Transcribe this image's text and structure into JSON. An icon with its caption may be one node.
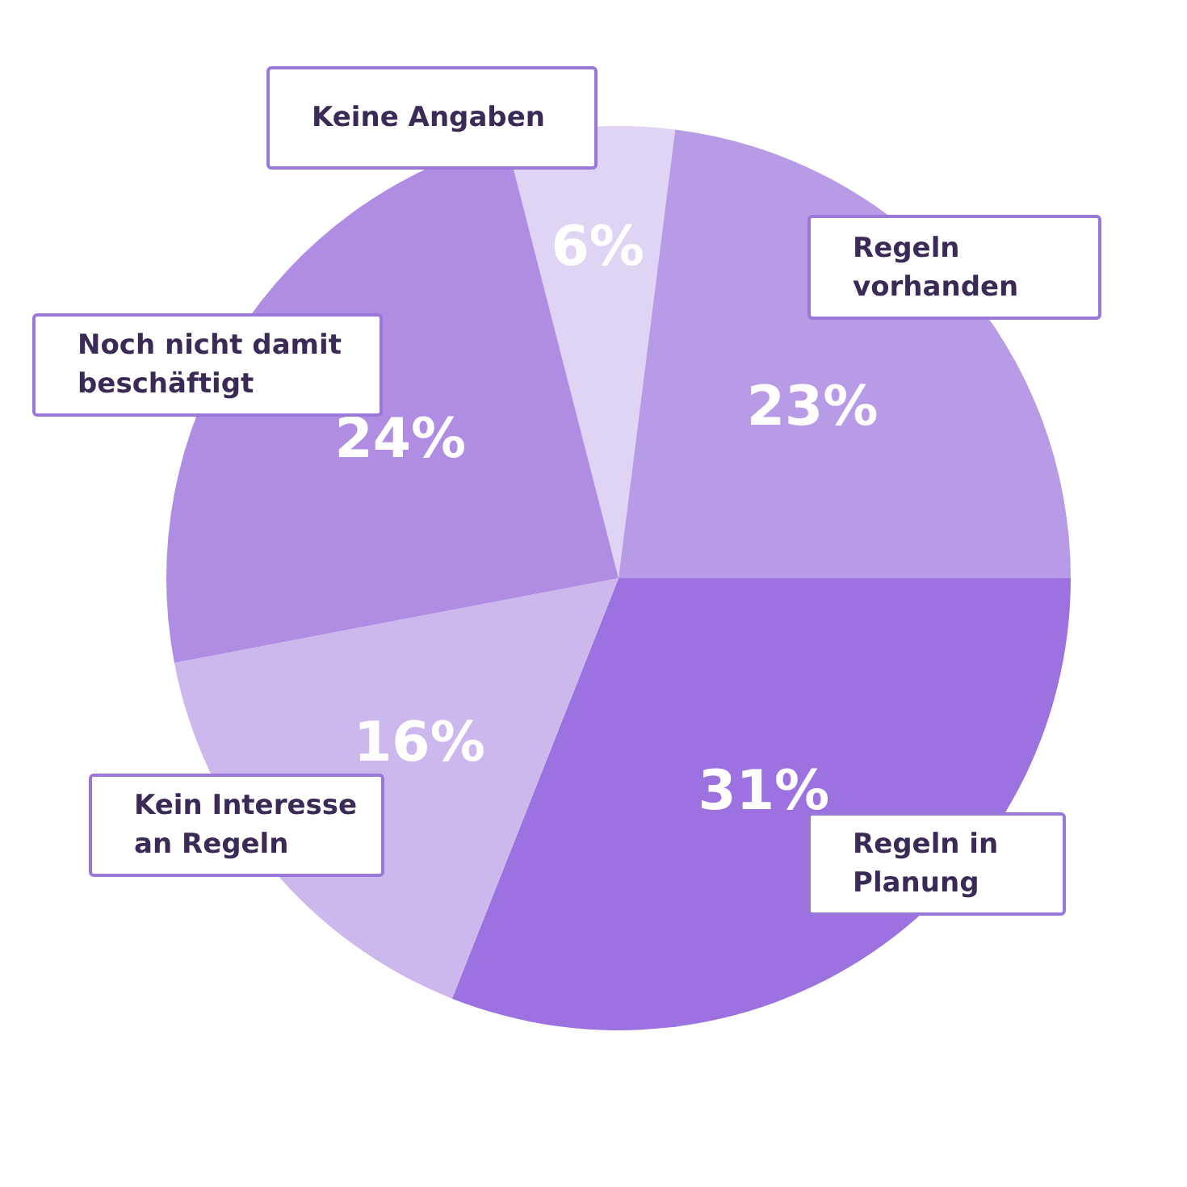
{
  "diagram": {
    "chart_data": {
      "type": "pie",
      "categories": [
        "Keine Angaben",
        "Regeln vorhanden",
        "Regeln in Planung",
        "Kein Interesse an Regeln",
        "Noch nicht damit beschäftigt"
      ],
      "values": [
        6,
        23,
        31,
        16,
        24
      ],
      "value_labels": [
        "6%",
        "23%",
        "31%",
        "16%",
        "24%"
      ]
    }
  }
}
